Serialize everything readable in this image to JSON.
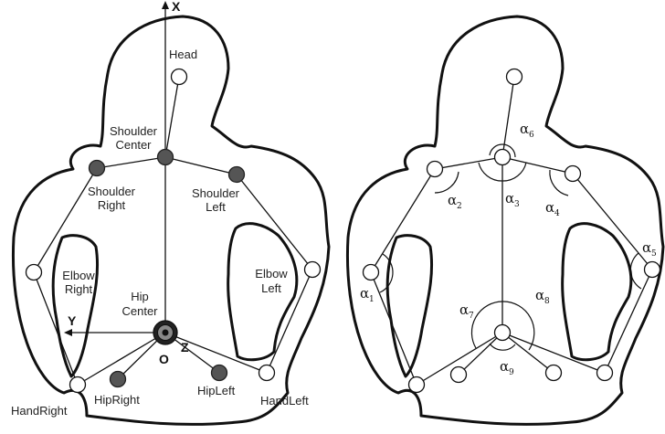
{
  "left_diagram": {
    "axes": {
      "x": "X",
      "y": "Y",
      "z": "Z",
      "origin": "O"
    },
    "joints": {
      "head": "Head",
      "shoulder_center": [
        "Shoulder",
        "Center"
      ],
      "shoulder_right": [
        "Shoulder",
        "Right"
      ],
      "shoulder_left": [
        "Shoulder",
        "Left"
      ],
      "elbow_right": [
        "Elbow",
        "Right"
      ],
      "elbow_left": [
        "Elbow",
        "Left"
      ],
      "hip_center": [
        "Hip",
        "Center"
      ],
      "hand_right": "HandRight",
      "hand_left": "HandLeft",
      "hip_right": "HipRight",
      "hip_left": "HipLeft"
    }
  },
  "right_diagram": {
    "angle_symbol": "α",
    "angles": [
      "1",
      "2",
      "3",
      "4",
      "5",
      "6",
      "7",
      "8",
      "9"
    ]
  }
}
